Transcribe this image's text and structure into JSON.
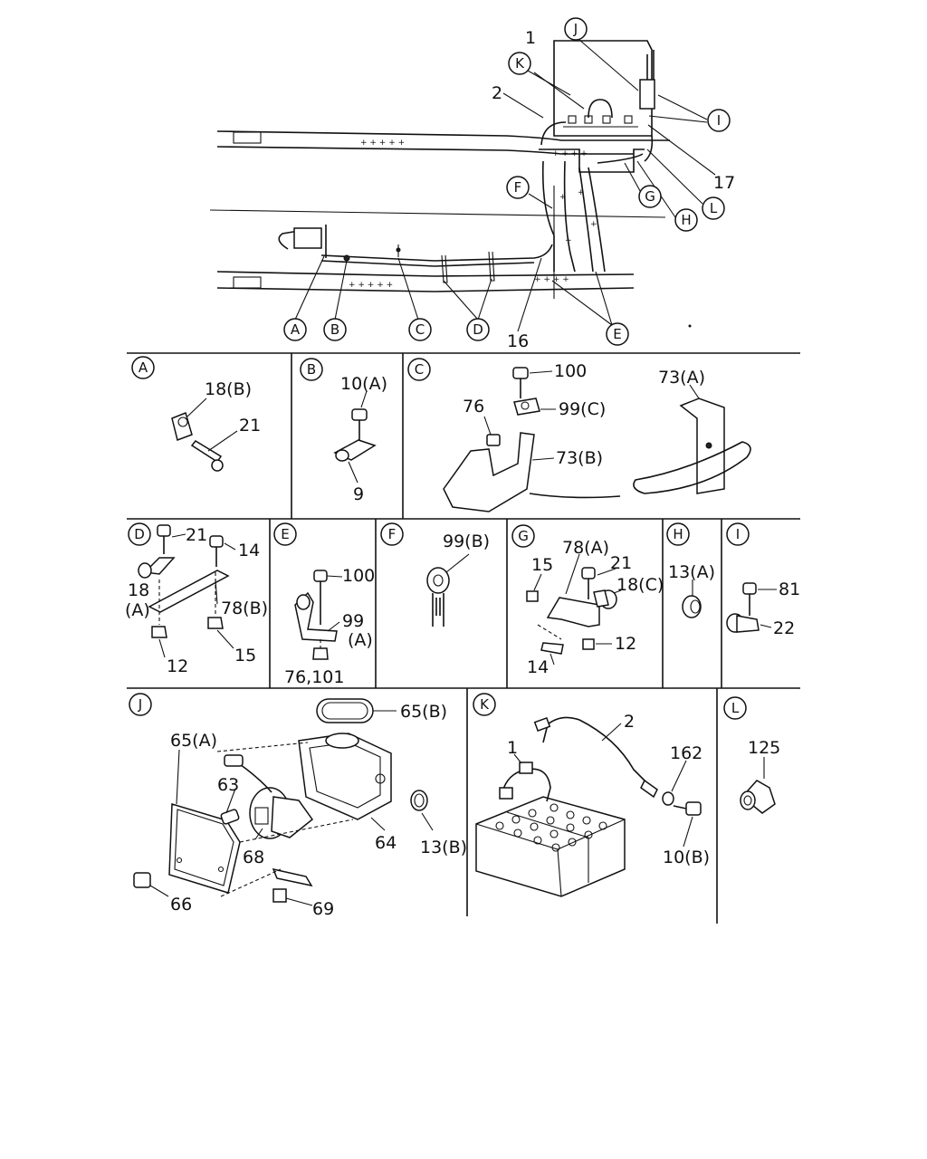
{
  "main_callouts": {
    "K": "K",
    "J": "J",
    "I": "I",
    "L": "L",
    "H": "H",
    "G": "G",
    "F": "F",
    "E": "E",
    "A": "A",
    "B": "B",
    "C": "C",
    "D": "D",
    "n1": "1",
    "n2": "2",
    "n17": "17",
    "n16": "16"
  },
  "panels": {
    "A": {
      "tag": "A",
      "labels": {
        "clip": "18(B)",
        "bolt": "21"
      }
    },
    "B": {
      "tag": "B",
      "labels": {
        "bolt": "10(A)",
        "clip": "9"
      }
    },
    "C": {
      "tag": "C",
      "labels": {
        "bolt": "100",
        "nut": "76",
        "clip": "99(C)",
        "bracket_b": "73(B)",
        "bracket_a": "73(A)"
      }
    },
    "D": {
      "tag": "D",
      "labels": {
        "bolt1": "21",
        "bolt2": "14",
        "clip": "18",
        "clip_sub": "(A)",
        "plate": "78(B)",
        "nut1": "12",
        "nut2": "15"
      }
    },
    "E": {
      "tag": "E",
      "labels": {
        "bolt": "100",
        "clip": "99",
        "clip_sub": "(A)",
        "nut": "76,101"
      }
    },
    "F": {
      "tag": "F",
      "labels": {
        "clip": "99(B)"
      }
    },
    "G": {
      "tag": "G",
      "labels": {
        "plate": "78(A)",
        "nut1": "15",
        "bolt1": "21",
        "clip": "18(C)",
        "bolt2": "14",
        "nut2": "12"
      }
    },
    "H": {
      "tag": "H",
      "labels": {
        "grommet": "13(A)"
      }
    },
    "I": {
      "tag": "I",
      "labels": {
        "screw": "81",
        "clip": "22"
      }
    },
    "J": {
      "tag": "J",
      "labels": {
        "cap": "65(B)",
        "cover": "65(A)",
        "screw": "63",
        "switch": "68",
        "box": "64",
        "grommet": "13(B)",
        "bolt": "66",
        "screw2": "69"
      }
    },
    "K": {
      "tag": "K",
      "labels": {
        "cable1": "1",
        "cable2": "2",
        "washer": "162",
        "bolt": "10(B)"
      }
    },
    "L": {
      "tag": "L",
      "labels": {
        "terminal": "125"
      }
    }
  }
}
